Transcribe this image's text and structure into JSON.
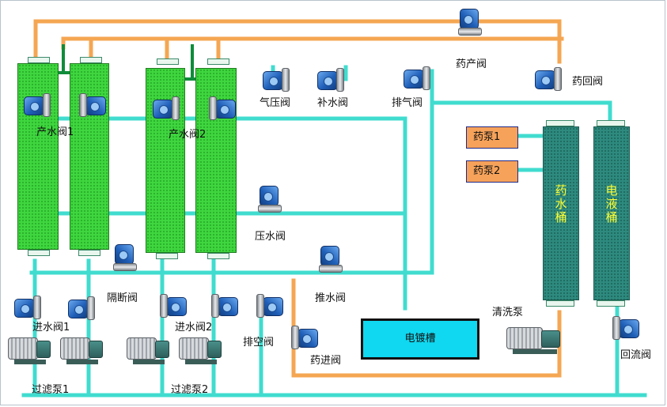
{
  "labels": {
    "product_valve_1": "产水阀1",
    "product_valve_2": "产水阀2",
    "air_pressure_valve": "气压阀",
    "makeup_valve": "补水阀",
    "exhaust_valve": "排气阀",
    "chem_product_valve": "药产阀",
    "chem_return_valve": "药回阀",
    "pressure_water_valve": "压水阀",
    "isolation_valve": "隔断阀",
    "push_water_valve": "推水阀",
    "inlet_valve_1": "进水阀1",
    "inlet_valve_2": "进水阀2",
    "drain_valve": "排空阀",
    "chem_inlet_valve": "药进阀",
    "filter_pump_1": "过滤泵1",
    "filter_pump_2": "过滤泵2",
    "cleaning_pump": "清洗泵",
    "return_valve": "回流阀"
  },
  "pump_buttons": {
    "chem_pump_1": "药泵1",
    "chem_pump_2": "药泵2"
  },
  "tanks": {
    "chem_tank": [
      "药",
      "水",
      "桶"
    ],
    "electrolyte_tank": [
      "电",
      "液",
      "桶"
    ],
    "plating_tank": "电镀槽"
  },
  "colors": {
    "pipe_teal": "#40dccf",
    "pipe_orange": "#f5a652",
    "filter_green": "#3fd63f",
    "tank_teal": "#2e8a7e",
    "plating_cyan": "#0fd8f0"
  }
}
